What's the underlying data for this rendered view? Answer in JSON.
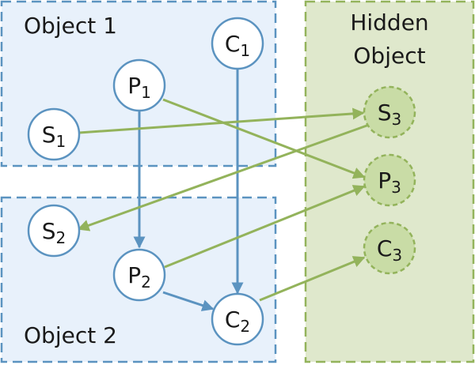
{
  "groups": {
    "object1": {
      "label": "Object 1"
    },
    "object2": {
      "label": "Object 2"
    },
    "hidden": {
      "label_line1": "Hidden",
      "label_line2": "Object"
    }
  },
  "nodes": {
    "S1": {
      "letter": "S",
      "sub": "1"
    },
    "P1": {
      "letter": "P",
      "sub": "1"
    },
    "C1": {
      "letter": "C",
      "sub": "1"
    },
    "S2": {
      "letter": "S",
      "sub": "2"
    },
    "P2": {
      "letter": "P",
      "sub": "2"
    },
    "C2": {
      "letter": "C",
      "sub": "2"
    },
    "S3": {
      "letter": "S",
      "sub": "3"
    },
    "P3": {
      "letter": "P",
      "sub": "3"
    },
    "C3": {
      "letter": "C",
      "sub": "3"
    }
  },
  "colors": {
    "blue_stroke": "#5b93c0",
    "blue_fill": "#e8f1fb",
    "green_stroke": "#93b35b",
    "green_fill": "#dfe8cc",
    "green_node_fill": "#c9dca6",
    "node_fill": "#ffffff"
  }
}
